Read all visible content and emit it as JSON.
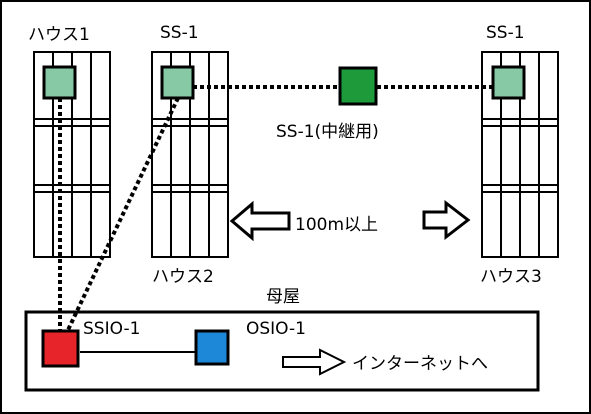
{
  "houses": {
    "house1": {
      "label": "ハウス1"
    },
    "house2": {
      "label": "ハウス2",
      "sensor_label": "SS-1"
    },
    "house3": {
      "label": "ハウス3",
      "sensor_label": "SS-1"
    }
  },
  "relay": {
    "label": "SS-1(中継用)"
  },
  "distance": {
    "label": "100m以上"
  },
  "main_building": {
    "label": "母屋",
    "ssio_label": "SSIO-1",
    "osio_label": "OSIO-1",
    "internet_label": "インターネットへ"
  },
  "colors": {
    "sensor": "#86c9a4",
    "relay": "#1f9a3a",
    "ssio": "#e8242b",
    "osio": "#1e88d8"
  }
}
